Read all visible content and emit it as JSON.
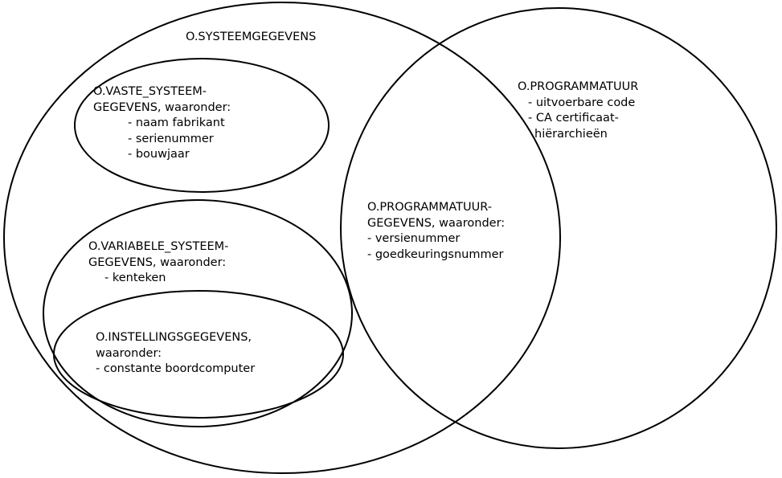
{
  "diagram": {
    "sets": {
      "systeemgegevens": {
        "title": "O.SYSTEEMGEGEVENS"
      },
      "vaste_systeemgegevens": {
        "title_line1": "O.VASTE_SYSTEEM-",
        "title_line2": "GEGEVENS, waaronder:",
        "items": [
          "- naam fabrikant",
          "- serienummer",
          "- bouwjaar"
        ]
      },
      "programmatuur": {
        "title": "O.PROGRAMMATUUR",
        "items": [
          "- uitvoerbare code",
          "- CA certificaat-"
        ],
        "item_continuation": "hiërarchieën"
      },
      "programmatuurgegevens": {
        "title_line1": "O.PROGRAMMATUUR-",
        "title_line2": "GEGEVENS, waaronder:",
        "items": [
          "- versienummer",
          "- goedkeuringsnummer"
        ]
      },
      "variabele_systeemgegevens": {
        "title_line1": "O.VARIABELE_SYSTEEM-",
        "title_line2": "GEGEVENS, waaronder:",
        "items": [
          "- kenteken"
        ]
      },
      "instellingsgegevens": {
        "title_line1": "O.INSTELLINGSGEGEVENS,",
        "title_line2": "waaronder:",
        "items": [
          "- constante boordcomputer"
        ]
      }
    }
  }
}
